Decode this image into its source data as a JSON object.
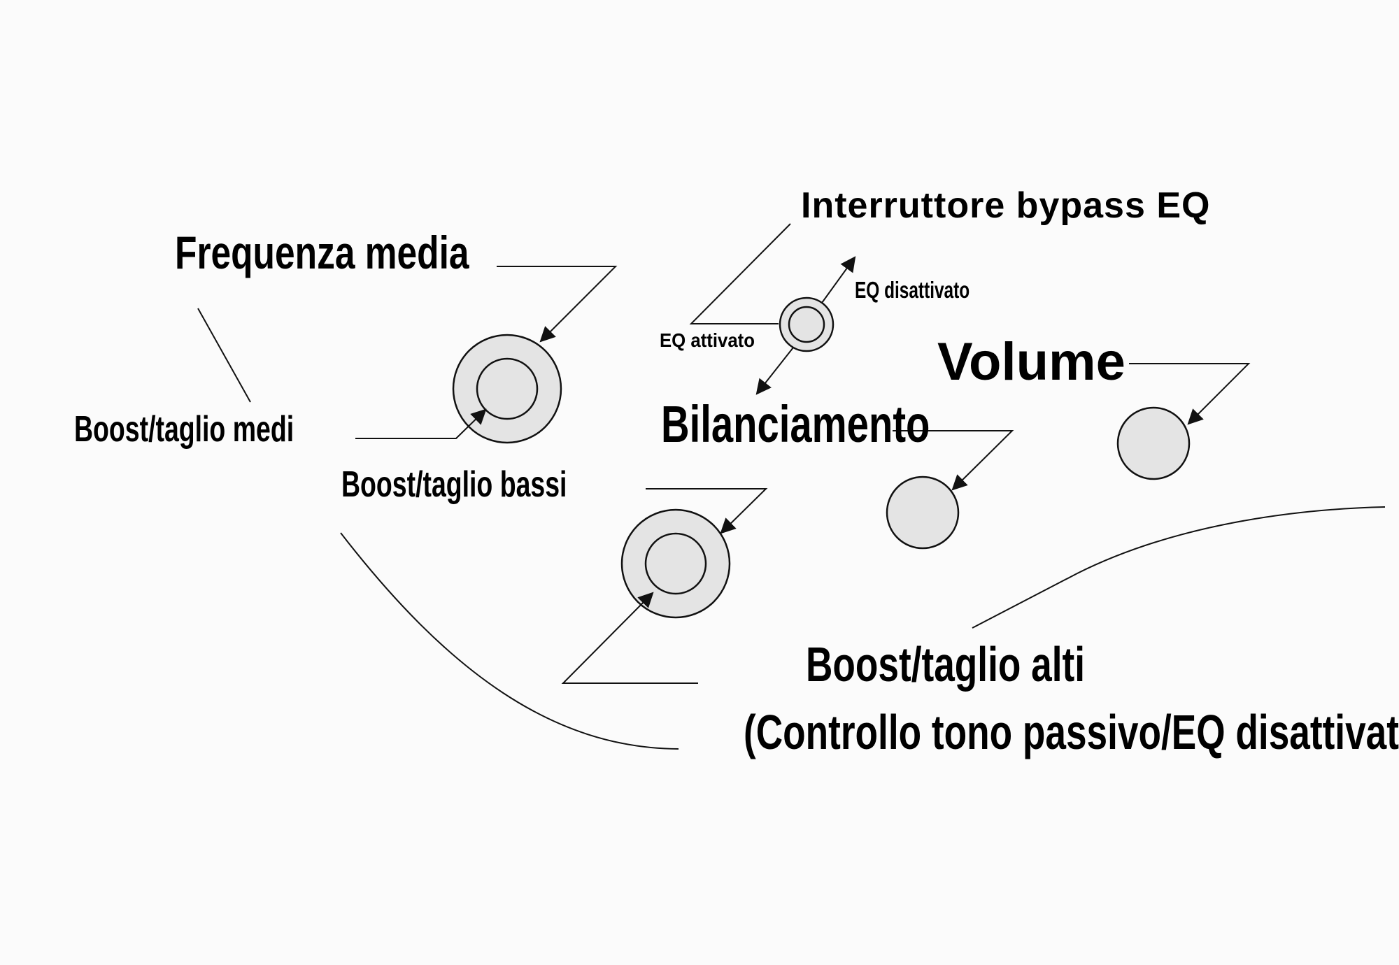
{
  "labels": {
    "freq_media": "Frequenza media",
    "boost_medi": "Boost/taglio medi",
    "boost_bassi": "Boost/taglio bassi",
    "interruttore": "Interruttore bypass EQ",
    "eq_attivato": "EQ attivato",
    "eq_disattivato": "EQ disattivato",
    "volume": "Volume",
    "bilanciamento": "Bilanciamento",
    "boost_alti": "Boost/taglio alti",
    "controllo_tono": "(Controllo tono passivo/EQ disattivato)"
  },
  "colors": {
    "background": "#fbfbfb",
    "knob_fill": "#e4e4e4",
    "line": "#111111"
  },
  "icons": {
    "stacked_knob": "double-ring-knob-icon",
    "single_knob": "single-knob-icon",
    "switch": "toggle-switch-icon"
  }
}
